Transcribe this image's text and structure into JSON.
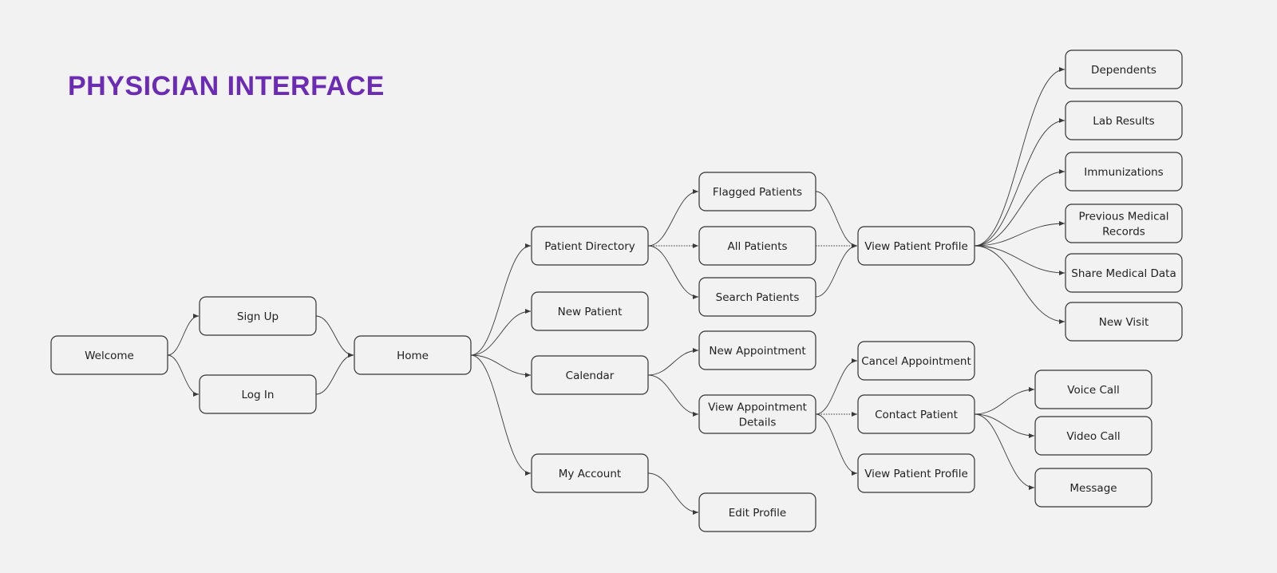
{
  "title": "PHYSICIAN INTERFACE",
  "colors": {
    "title": "#6b2bb5",
    "node_border": "#333333",
    "edge": "#3a3a3a",
    "background": "#f2f2f2"
  },
  "nodes": [
    {
      "id": "welcome",
      "label": "Welcome"
    },
    {
      "id": "signup",
      "label": "Sign Up"
    },
    {
      "id": "login",
      "label": "Log In"
    },
    {
      "id": "home",
      "label": "Home"
    },
    {
      "id": "patient_directory",
      "label": "Patient Directory"
    },
    {
      "id": "new_patient",
      "label": "New Patient"
    },
    {
      "id": "calendar",
      "label": "Calendar"
    },
    {
      "id": "my_account",
      "label": "My Account"
    },
    {
      "id": "flagged_patients",
      "label": "Flagged Patients"
    },
    {
      "id": "all_patients",
      "label": "All Patients"
    },
    {
      "id": "search_patients",
      "label": "Search Patients"
    },
    {
      "id": "new_appointment",
      "label": "New Appointment"
    },
    {
      "id": "view_appointment_details",
      "label": "View Appointment Details",
      "lines": [
        "View Appointment",
        "Details"
      ]
    },
    {
      "id": "edit_profile",
      "label": "Edit Profile"
    },
    {
      "id": "view_patient_profile_1",
      "label": "View Patient Profile"
    },
    {
      "id": "cancel_appointment",
      "label": "Cancel Appointment"
    },
    {
      "id": "contact_patient",
      "label": "Contact Patient"
    },
    {
      "id": "view_patient_profile_2",
      "label": "View Patient Profile"
    },
    {
      "id": "dependents",
      "label": "Dependents"
    },
    {
      "id": "lab_results",
      "label": "Lab Results"
    },
    {
      "id": "immunizations",
      "label": "Immunizations"
    },
    {
      "id": "previous_medical_records",
      "label": "Previous Medical Records",
      "lines": [
        "Previous Medical",
        "Records"
      ]
    },
    {
      "id": "share_medical_data",
      "label": "Share Medical Data"
    },
    {
      "id": "new_visit",
      "label": "New Visit"
    },
    {
      "id": "voice_call",
      "label": "Voice Call"
    },
    {
      "id": "video_call",
      "label": "Video Call"
    },
    {
      "id": "message",
      "label": "Message"
    }
  ],
  "edges": [
    {
      "from": "welcome",
      "to": "signup"
    },
    {
      "from": "welcome",
      "to": "login"
    },
    {
      "from": "signup",
      "to": "home"
    },
    {
      "from": "login",
      "to": "home"
    },
    {
      "from": "home",
      "to": "patient_directory"
    },
    {
      "from": "home",
      "to": "new_patient"
    },
    {
      "from": "home",
      "to": "calendar"
    },
    {
      "from": "home",
      "to": "my_account"
    },
    {
      "from": "patient_directory",
      "to": "flagged_patients"
    },
    {
      "from": "patient_directory",
      "to": "all_patients",
      "style": "dotted"
    },
    {
      "from": "patient_directory",
      "to": "search_patients"
    },
    {
      "from": "flagged_patients",
      "to": "view_patient_profile_1"
    },
    {
      "from": "all_patients",
      "to": "view_patient_profile_1",
      "style": "dotted"
    },
    {
      "from": "search_patients",
      "to": "view_patient_profile_1"
    },
    {
      "from": "view_patient_profile_1",
      "to": "dependents"
    },
    {
      "from": "view_patient_profile_1",
      "to": "lab_results"
    },
    {
      "from": "view_patient_profile_1",
      "to": "immunizations"
    },
    {
      "from": "view_patient_profile_1",
      "to": "previous_medical_records"
    },
    {
      "from": "view_patient_profile_1",
      "to": "share_medical_data"
    },
    {
      "from": "view_patient_profile_1",
      "to": "new_visit"
    },
    {
      "from": "calendar",
      "to": "new_appointment"
    },
    {
      "from": "calendar",
      "to": "view_appointment_details"
    },
    {
      "from": "view_appointment_details",
      "to": "cancel_appointment"
    },
    {
      "from": "view_appointment_details",
      "to": "contact_patient",
      "style": "dotted"
    },
    {
      "from": "view_appointment_details",
      "to": "view_patient_profile_2"
    },
    {
      "from": "contact_patient",
      "to": "voice_call"
    },
    {
      "from": "contact_patient",
      "to": "video_call"
    },
    {
      "from": "contact_patient",
      "to": "message"
    },
    {
      "from": "my_account",
      "to": "edit_profile"
    }
  ]
}
